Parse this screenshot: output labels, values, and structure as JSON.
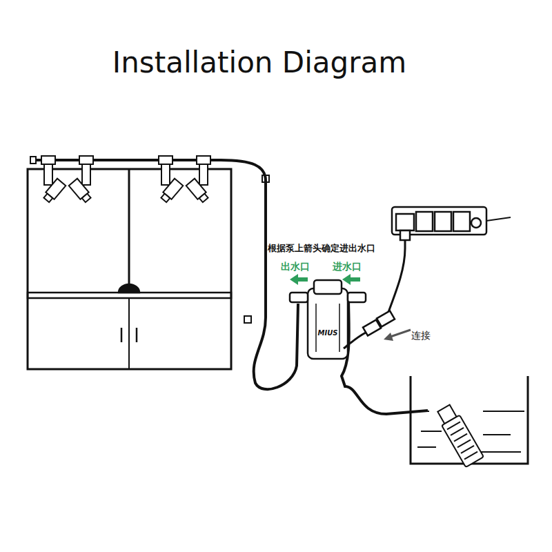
{
  "diagram": {
    "title": "Installation Diagram",
    "labels": [
      "根据泵上箭头确定进出水口",
      "出水口",
      "进水口",
      "MIUS",
      "连接"
    ]
  }
}
